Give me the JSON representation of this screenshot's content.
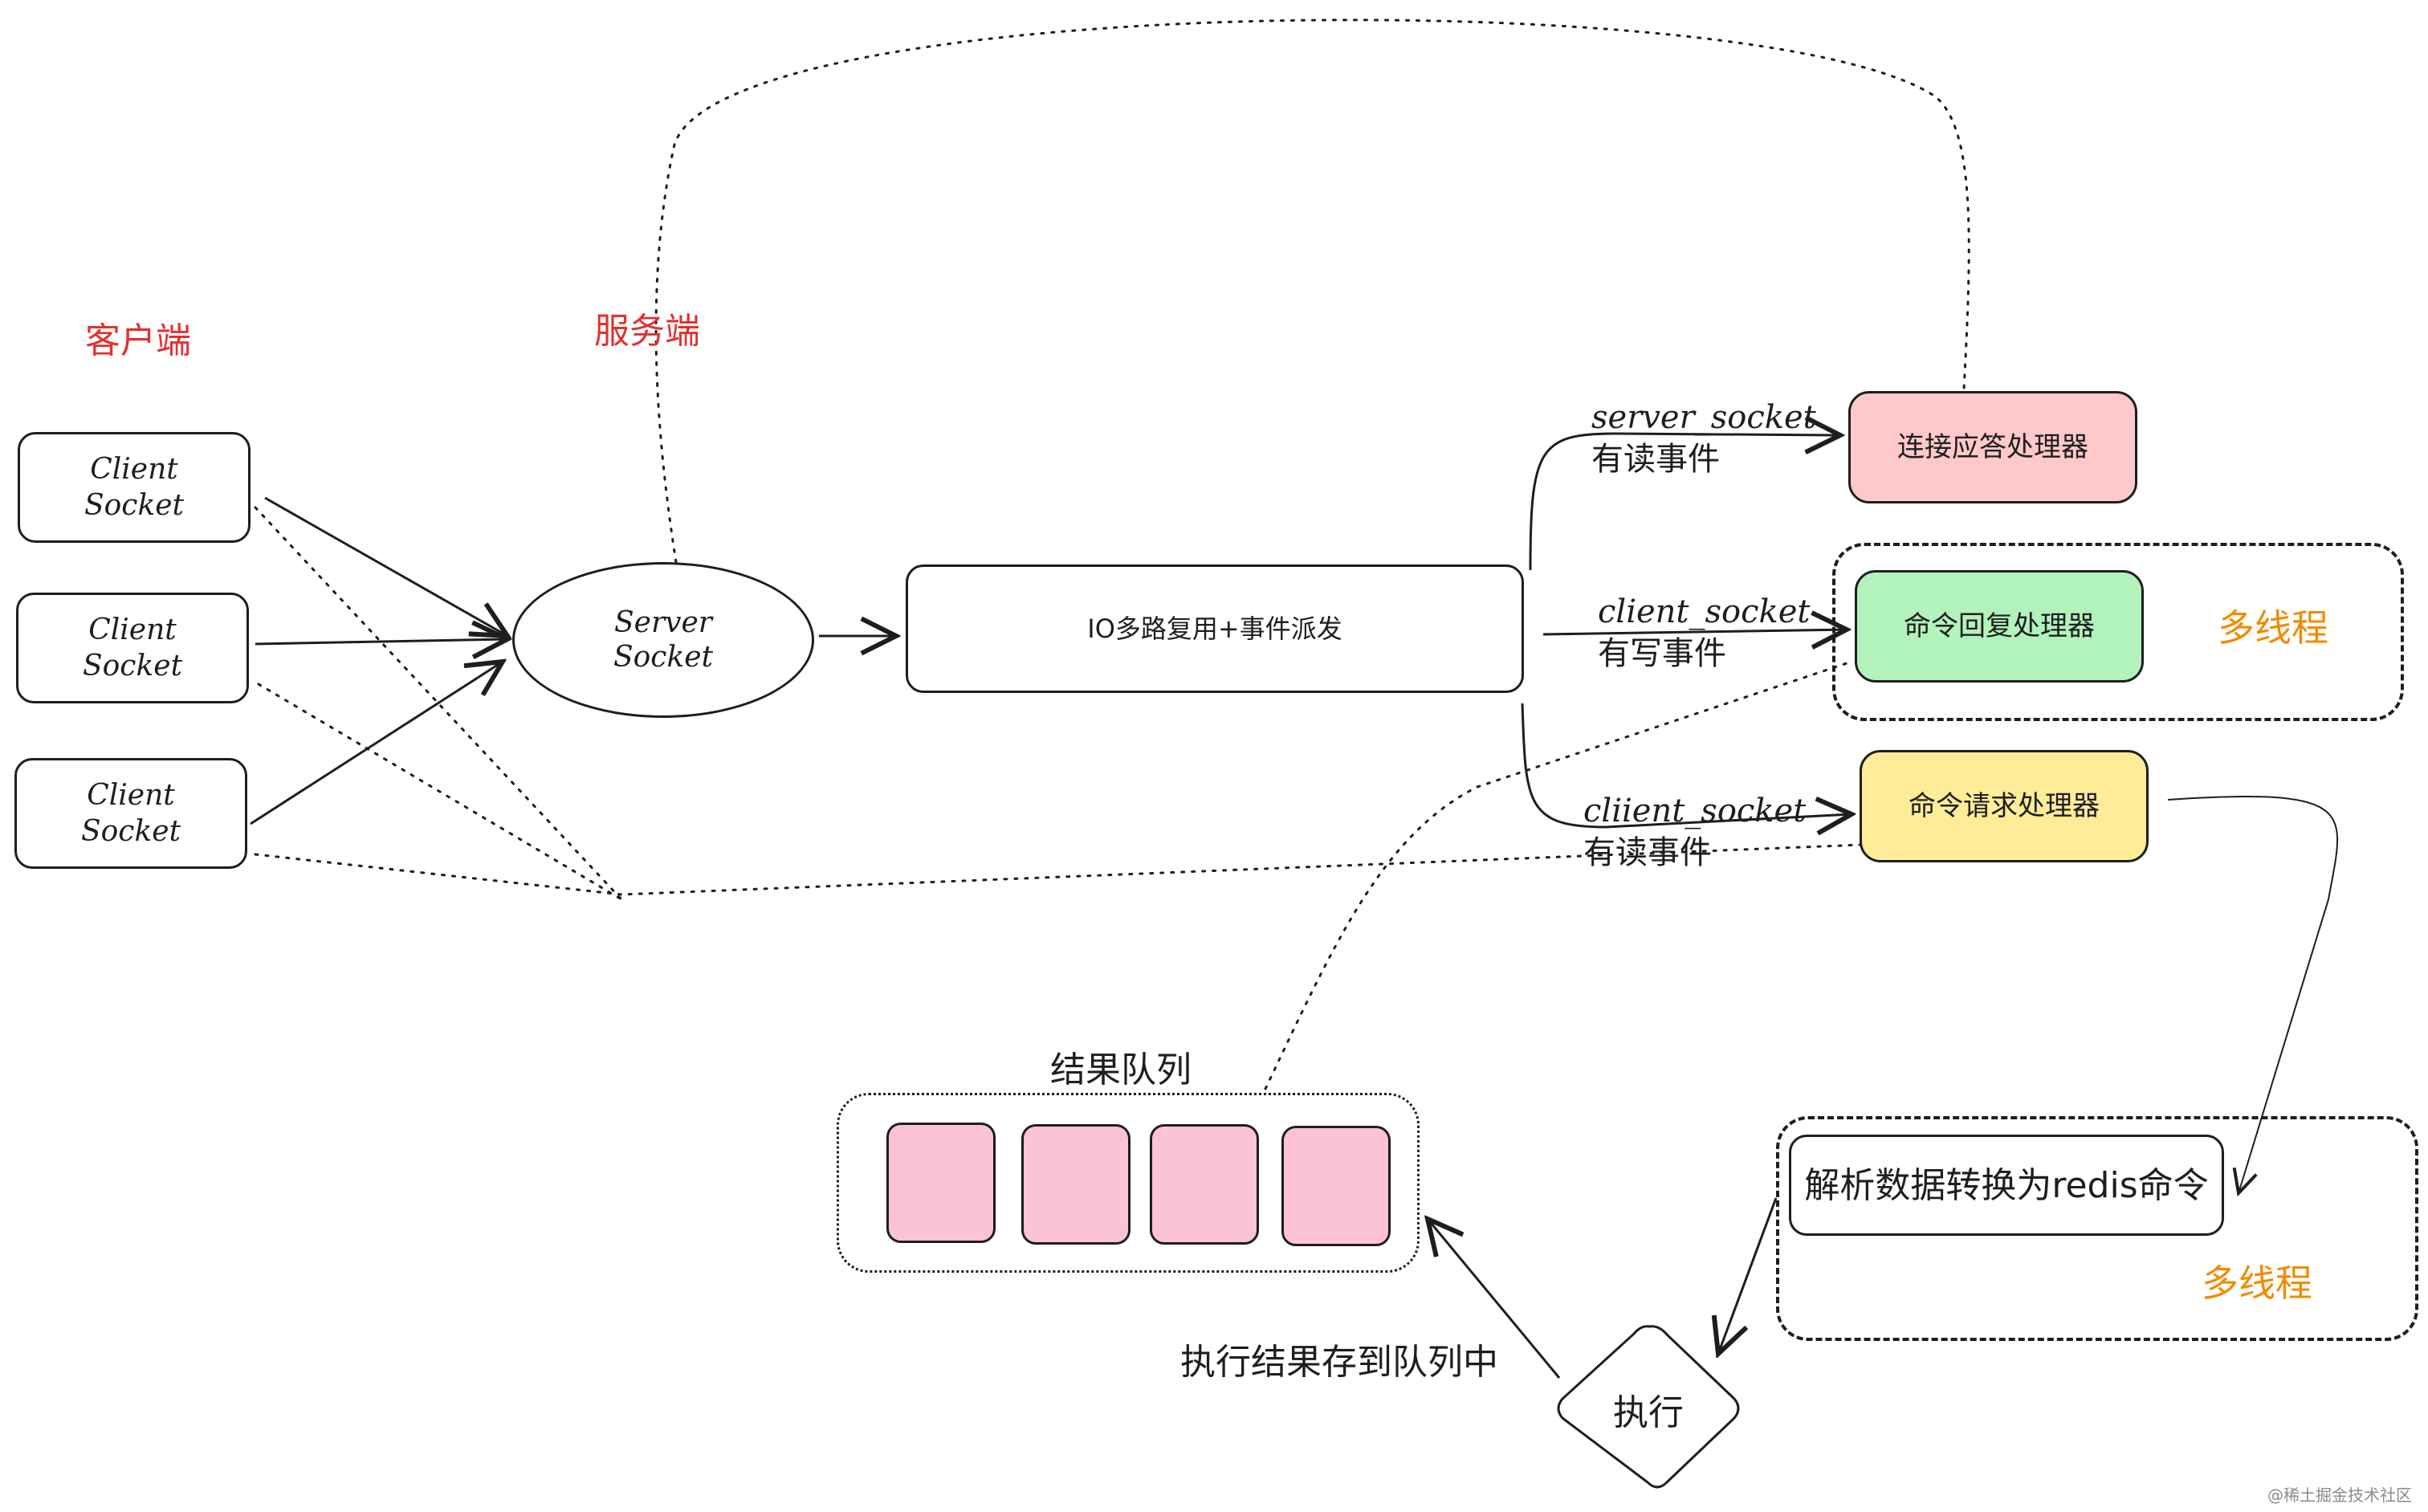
{
  "clients": {
    "section_label": "客户端",
    "items": [
      "Client\nSocket",
      "Client\nSocket",
      "Client\nSocket"
    ]
  },
  "server": {
    "section_label": "服务端",
    "socket_label": "Server\nSocket"
  },
  "multiplexer": {
    "label": "IO多路复用+事件派发"
  },
  "dispatch": [
    {
      "socket": "server_socket",
      "event": "有读事件",
      "handler": "连接应答处理器",
      "color": "#ffc9c9"
    },
    {
      "socket": "client_socket",
      "event": "有写事件",
      "handler": "命令回复处理器",
      "color": "#b2f2bb"
    },
    {
      "socket": "cliient_socket",
      "event": "有读事件",
      "handler": "命令请求处理器",
      "color": "#ffec99"
    }
  ],
  "multithread_label": "多线程",
  "parse": {
    "label": "解析数据转换为redis命令",
    "group_label": "多线程"
  },
  "execute": {
    "label": "执行",
    "store_label": "执行结果存到队列中"
  },
  "result_queue": {
    "label": "结果队列",
    "slot_count": 4,
    "slot_color": "#fcc2d7"
  },
  "watermark": "@稀土掘金技术社区"
}
